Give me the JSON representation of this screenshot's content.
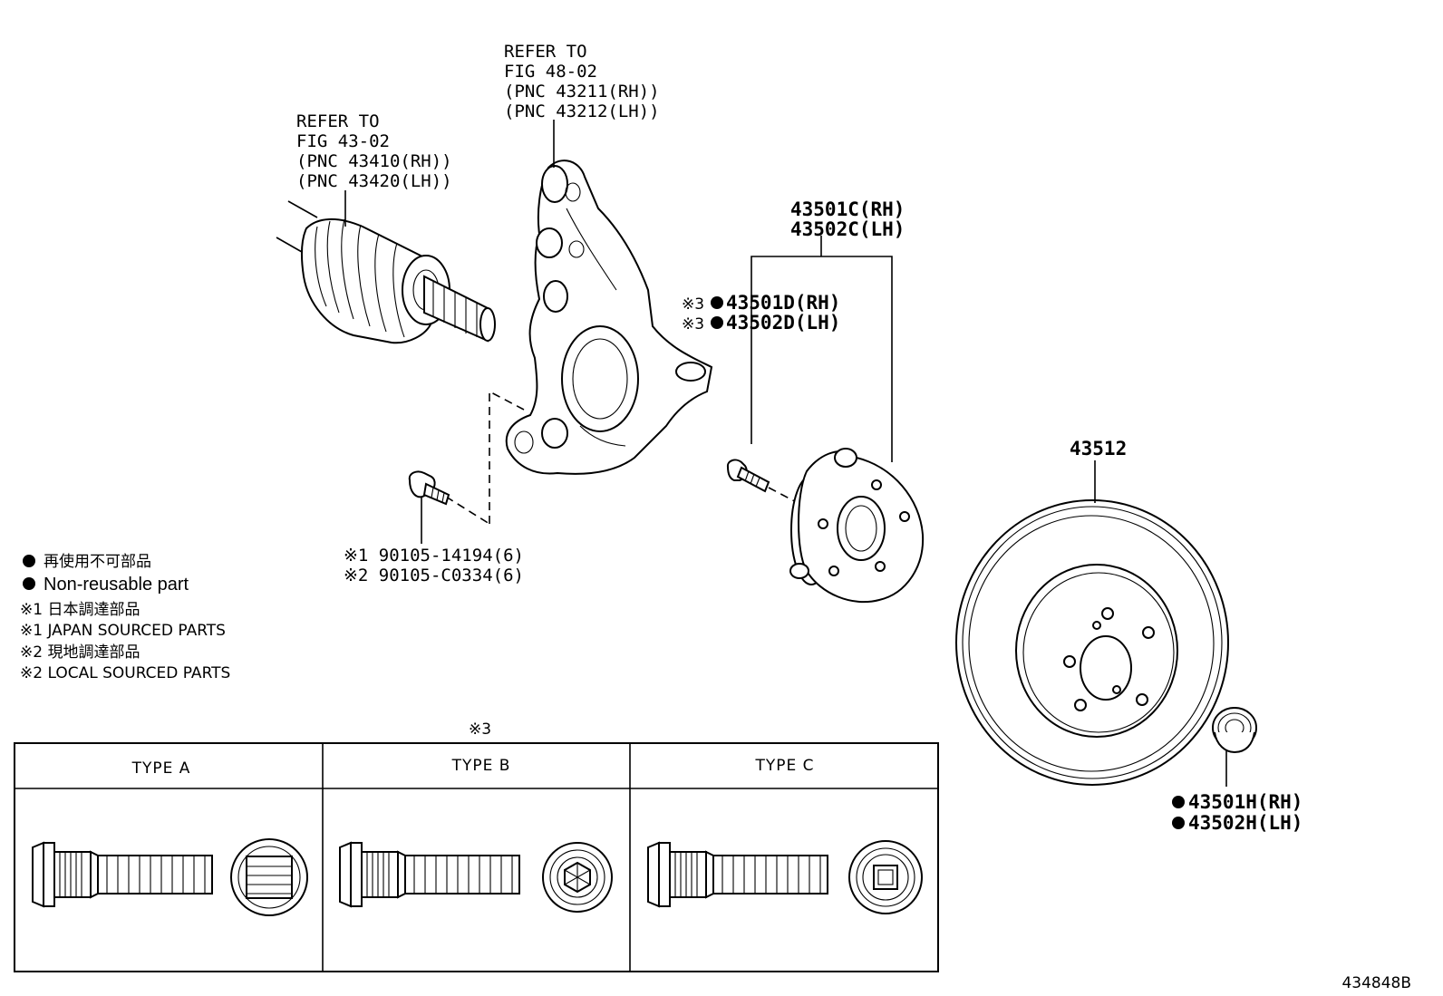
{
  "callouts": {
    "driveshaft": [
      "REFER TO",
      "FIG 43-02",
      "(PNC 43410(RH))",
      "(PNC 43420(LH))"
    ],
    "knuckle": [
      "REFER TO",
      "FIG 48-02",
      "(PNC 43211(RH))",
      "(PNC 43212(LH))"
    ],
    "hub_assembly": [
      "43501C(RH)",
      "43502C(LH)"
    ],
    "hub_bolt": [
      "※3",
      "43501D(RH)",
      "※3",
      "43502D(LH)"
    ],
    "knuckle_bolt": [
      "※1 90105-14194(6)",
      "※2 90105-C0334(6)"
    ],
    "rotor": "43512",
    "nut": [
      "43501H(RH)",
      "43502H(LH)"
    ]
  },
  "legend": {
    "items": [
      "再使用不可部品",
      "Non-reusable part",
      "※1 日本調達部品",
      "※1 JAPAN SOURCED PARTS",
      "※2 現地調達部品",
      "※2 LOCAL SOURCED PARTS"
    ]
  },
  "types_table": {
    "note": "※3",
    "headers": [
      "TYPE A",
      "TYPE B",
      "TYPE C"
    ]
  },
  "figure_id": "434848B"
}
